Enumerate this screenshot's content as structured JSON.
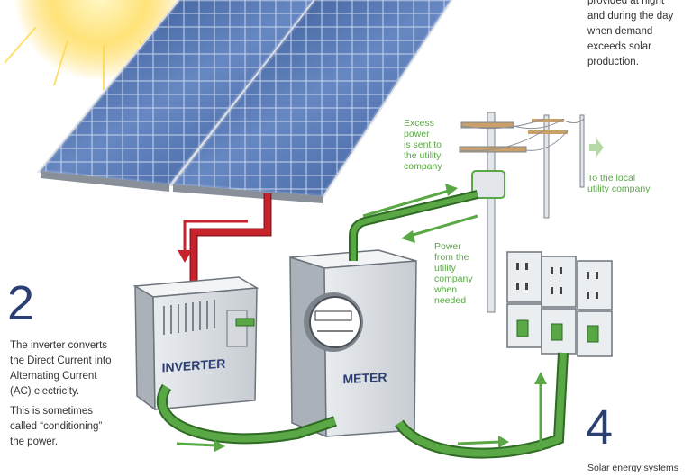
{
  "step2": {
    "number": "2",
    "paragraph1": [
      "The inverter converts",
      "the Direct Current into",
      "Alternating Current",
      "(AC) electricity."
    ],
    "paragraph2": [
      "This is sometimes",
      "called “conditioning”",
      "the power."
    ]
  },
  "step4": {
    "number": "4",
    "partial_line": "Solar energy systems"
  },
  "top_right_note": {
    "lines": [
      "provided at night",
      "and during the day",
      "when demand",
      "exceeds solar",
      "production."
    ]
  },
  "callouts": {
    "excess": [
      "Excess",
      "power",
      "is sent to",
      "the utility",
      "company"
    ],
    "from_utility": [
      "Power",
      "from the",
      "utility",
      "company",
      "when",
      "needed"
    ],
    "to_local": [
      "To the local",
      "utility company"
    ]
  },
  "device_labels": {
    "inverter": "INVERTER",
    "meter": "METER"
  },
  "colors": {
    "panel_blue": "#5a7bb5",
    "wire_green": "#5aa845",
    "dc_wire_red": "#c8232c",
    "text_navy": "#2b3f73"
  }
}
